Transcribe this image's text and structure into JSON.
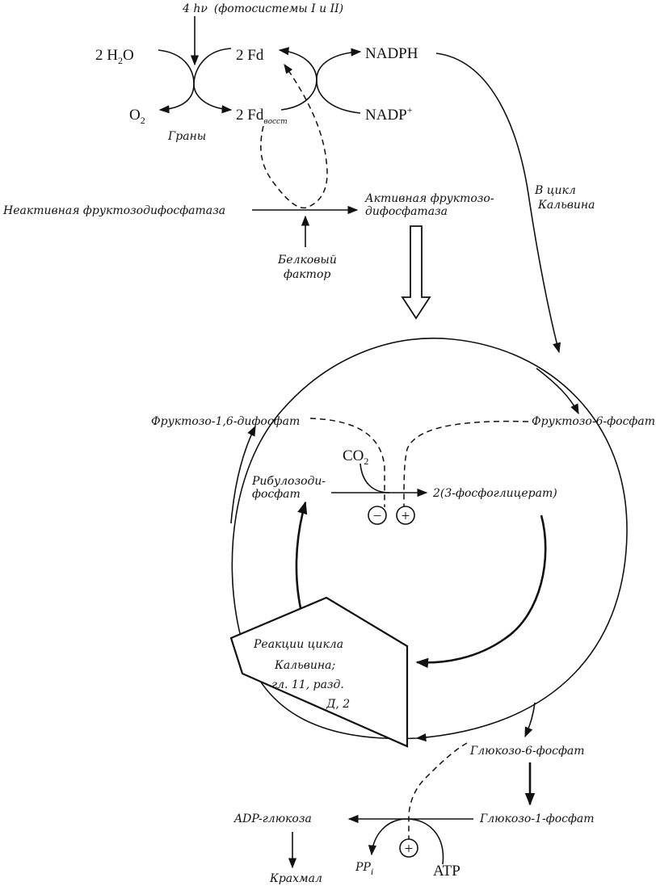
{
  "light": {
    "prefix": "4 hν",
    "note": "(фотосистемы I и II)"
  },
  "top": {
    "h2o": "2 H",
    "h2o_sub": "2",
    "h2o_tail": "O",
    "o2": "O",
    "o2_sub": "2",
    "fd": "2 Fd",
    "fd_red": "2 Fd",
    "fd_red_sub": "восст",
    "nadph": "NADPH",
    "nadp": "NADP",
    "nadp_sup": "+",
    "grana": "Граны"
  },
  "activation": {
    "inactive": "Неактивная фруктозодифосфатаза",
    "active_1": "Активная фруктозо-",
    "active_2": "дифосфатаза",
    "factor_1": "Белковый",
    "factor_2": "фактор"
  },
  "calvin_link": {
    "line1": "В цикл",
    "line2": "Кальвина"
  },
  "cycle": {
    "fbp": "Фруктозо-1,6-дифосфат",
    "f6p": "Фруктозо-6-фосфат",
    "co2": "CO",
    "co2_sub": "2",
    "rubp_1": "Рибулозоди-",
    "rubp_2": "фосфат",
    "pga": "2(3-фосфоглицерат)",
    "minus": "−",
    "plus": "+",
    "box_1": "Реакции цикла",
    "box_2": "Кальвина;",
    "box_3": "гл. 11, разд.",
    "box_4": "Д, 2"
  },
  "starch": {
    "g6p": "Глюкозо-6-фосфат",
    "g1p": "Глюкозо-1-фосфат",
    "adpg": "ADP-глюкоза",
    "starch": "Крахмал",
    "ppi": "PP",
    "ppi_sub": "i",
    "atp": "ATP",
    "plus": "+"
  }
}
